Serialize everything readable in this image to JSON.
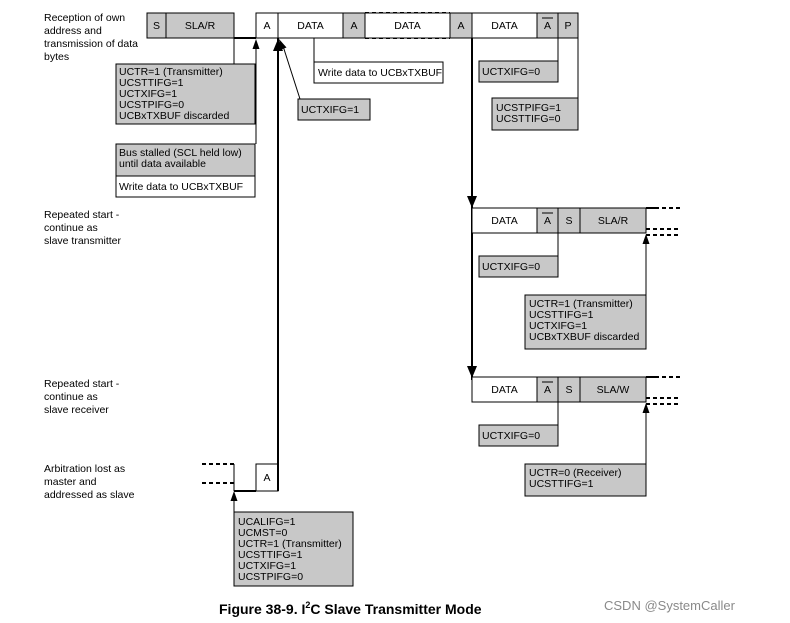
{
  "rows": {
    "reception": [
      "Reception of own",
      "address and",
      "transmission of data",
      "bytes"
    ],
    "repeated_tx": [
      "Repeated start -",
      "continue as",
      "slave transmitter"
    ],
    "repeated_rx": [
      "Repeated start -",
      "continue as",
      "slave receiver"
    ],
    "arbitration": [
      "Arbitration lost as",
      "master and",
      "addressed as slave"
    ]
  },
  "frames": {
    "s": "S",
    "sla_r": "SLA/R",
    "sla_w": "SLA/W",
    "a": "A",
    "data": "DATA",
    "nack": "A",
    "p": "P"
  },
  "notes": {
    "start_flags": [
      "UCTR=1 (Transmitter)",
      "UCSTTIFG=1",
      "UCTXIFG=1",
      "UCSTPIFG=0",
      "UCBxTXBUF discarded"
    ],
    "stall": [
      "Bus stalled (SCL held low)",
      "until data available"
    ],
    "write1": "Write data to UCBxTXBUF",
    "write2": "Write data to UCBxTXBUF",
    "txifg1": "UCTXIFG=1",
    "txifg0_top": "UCTXIFG=0",
    "stop_flags": [
      "UCSTPIFG=1",
      "UCSTTIFG=0"
    ],
    "txifg0_mid": "UCTXIFG=0",
    "restart_tx_flags": [
      "UCTR=1 (Transmitter)",
      "UCSTTIFG=1",
      "UCTXIFG=1",
      "UCBxTXBUF discarded"
    ],
    "txifg0_low": "UCTXIFG=0",
    "restart_rx_flags": [
      "UCTR=0 (Receiver)",
      "UCSTTIFG=1"
    ],
    "arb_flags": [
      "UCALIFG=1",
      "UCMST=0",
      "UCTR=1 (Transmitter)",
      "UCSTTIFG=1",
      "UCTXIFG=1",
      "UCSTPIFG=0"
    ]
  },
  "caption": {
    "prefix": "Figure 38-9. I",
    "sup": "2",
    "suffix": "C Slave Transmitter Mode"
  },
  "watermark": "CSDN @SystemCaller"
}
